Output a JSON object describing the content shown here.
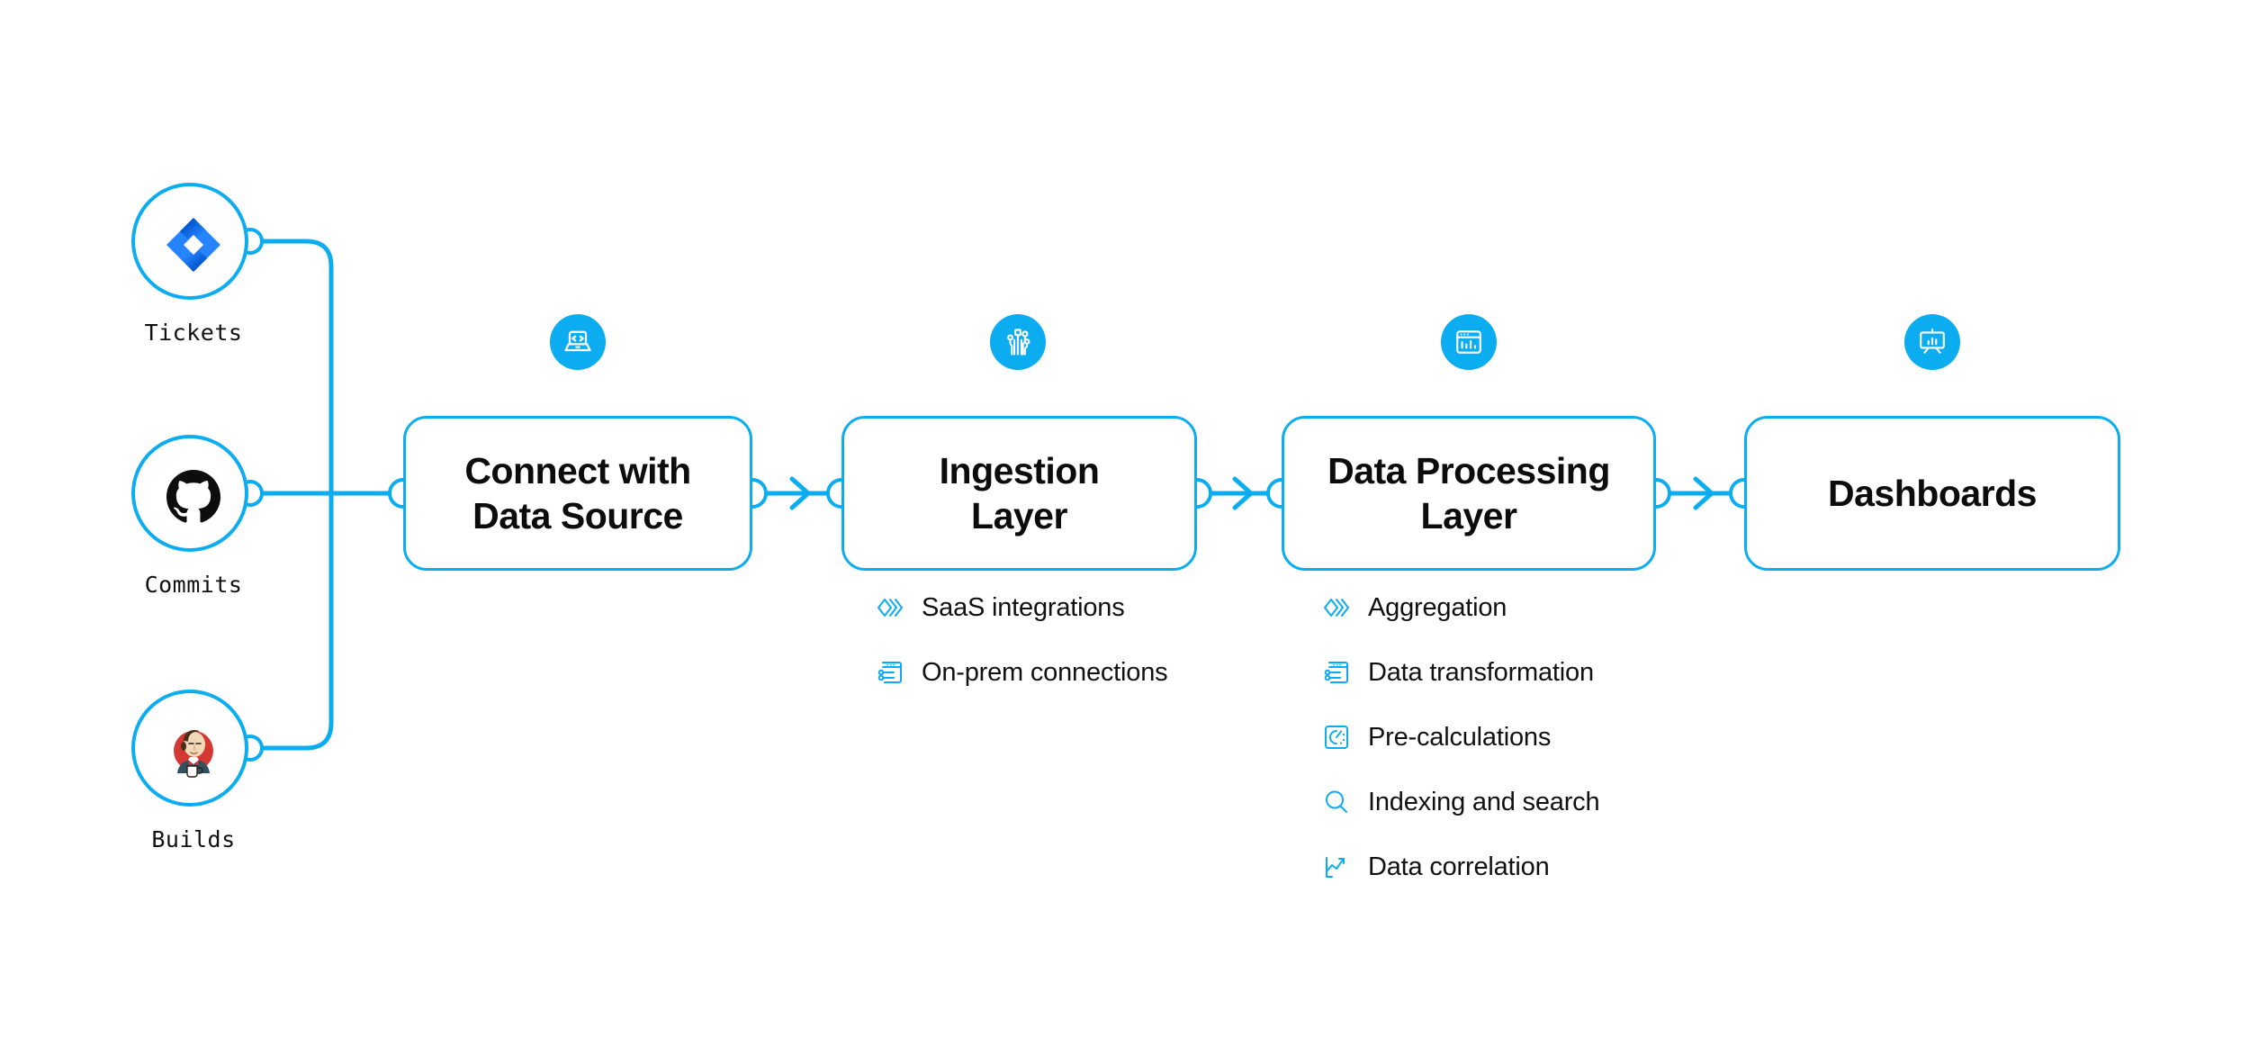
{
  "theme": {
    "accent": "#0CADF0",
    "text": "#111111",
    "background": "#FFFFFF"
  },
  "sources": [
    {
      "label": "Tickets",
      "logo": "jira-logo"
    },
    {
      "label": "Commits",
      "logo": "github-logo"
    },
    {
      "label": "Builds",
      "logo": "jenkins-logo"
    }
  ],
  "stages": [
    {
      "title": "Connect with\nData Source",
      "line1": "Connect with",
      "line2": "Data Source",
      "badge_icon": "laptop-code-icon"
    },
    {
      "title": "Ingestion\nLayer",
      "line1": "Ingestion",
      "line2": "Layer",
      "badge_icon": "circuit-node-icon"
    },
    {
      "title": "Data Processing\nLayer",
      "line1": "Data Processing",
      "line2": "Layer",
      "badge_icon": "window-chart-icon"
    },
    {
      "title": "Dashboards",
      "line1": "Dashboards",
      "line2": "",
      "badge_icon": "presentation-chart-icon"
    }
  ],
  "ingestion_features": [
    {
      "label": "SaaS integrations",
      "icon": "chevrons-stack-icon"
    },
    {
      "label": "On-prem connections",
      "icon": "server-sliders-icon"
    }
  ],
  "processing_features": [
    {
      "label": "Aggregation",
      "icon": "chevrons-stack-icon"
    },
    {
      "label": "Data transformation",
      "icon": "server-sliders-icon"
    },
    {
      "label": "Pre-calculations",
      "icon": "gauge-square-icon"
    },
    {
      "label": "Indexing and search",
      "icon": "magnifier-icon"
    },
    {
      "label": "Data correlation",
      "icon": "line-chart-icon"
    }
  ],
  "connectors": {
    "arrow_icon": "chevron-right-arrow",
    "port_icon": "connector-port-circle"
  }
}
